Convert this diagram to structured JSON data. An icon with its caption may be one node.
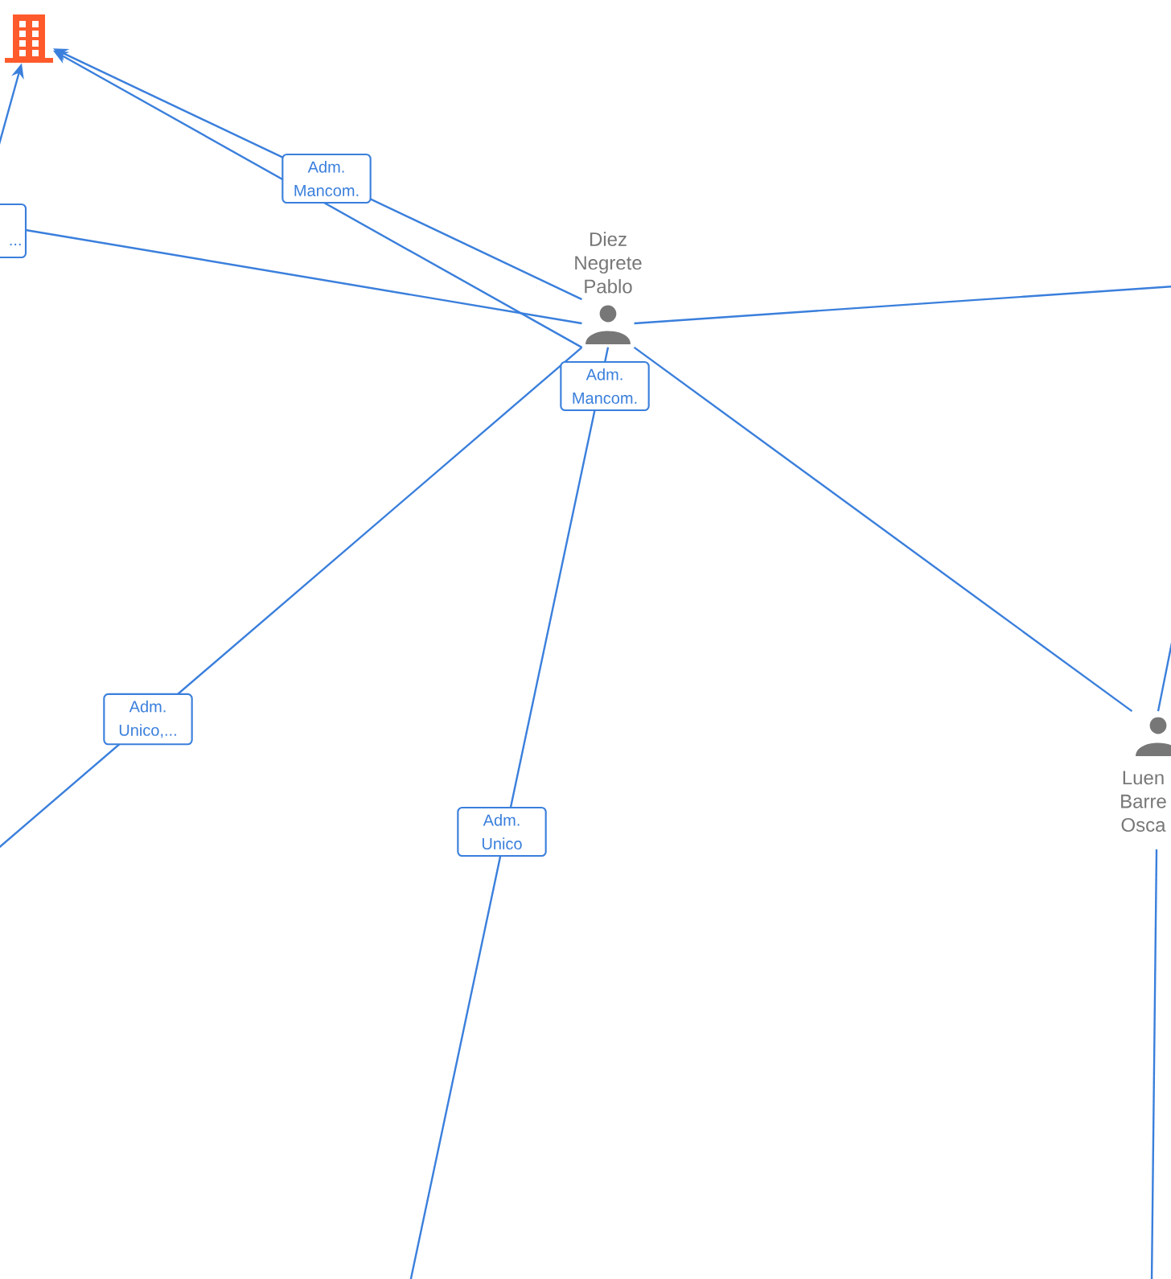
{
  "diagram": {
    "nodes": [
      {
        "text": [],
        "shape": "building"
      },
      {
        "text": [
          "Diez Negrete Pablo"
        ]
      },
      {
        "text": [
          "Luen Barre Osca"
        ]
      }
    ],
    "edges": [
      {
        "from": 1,
        "to": 0,
        "arrow": "to",
        "label": "Adm. Mancom."
      },
      {
        "from": 1,
        "to": 0,
        "arrow": "to",
        "label": "Adm. Mancom."
      },
      {
        "from": null,
        "to": 0,
        "arrow": "to"
      },
      {
        "from": null,
        "to": 1,
        "arrow": "none",
        "label": "..."
      },
      {
        "from": 1,
        "to": null,
        "arrow": "none"
      },
      {
        "from": 1,
        "to": null,
        "arrow": "none",
        "label": "Adm. Unico,..."
      },
      {
        "from": 1,
        "to": null,
        "arrow": "none",
        "label": "Adm. Unico"
      },
      {
        "from": 1,
        "to": 2,
        "arrow": "none"
      },
      {
        "from": 2,
        "to": null,
        "arrow": "none"
      },
      {
        "from": 2,
        "to": null,
        "arrow": "none"
      }
    ]
  }
}
